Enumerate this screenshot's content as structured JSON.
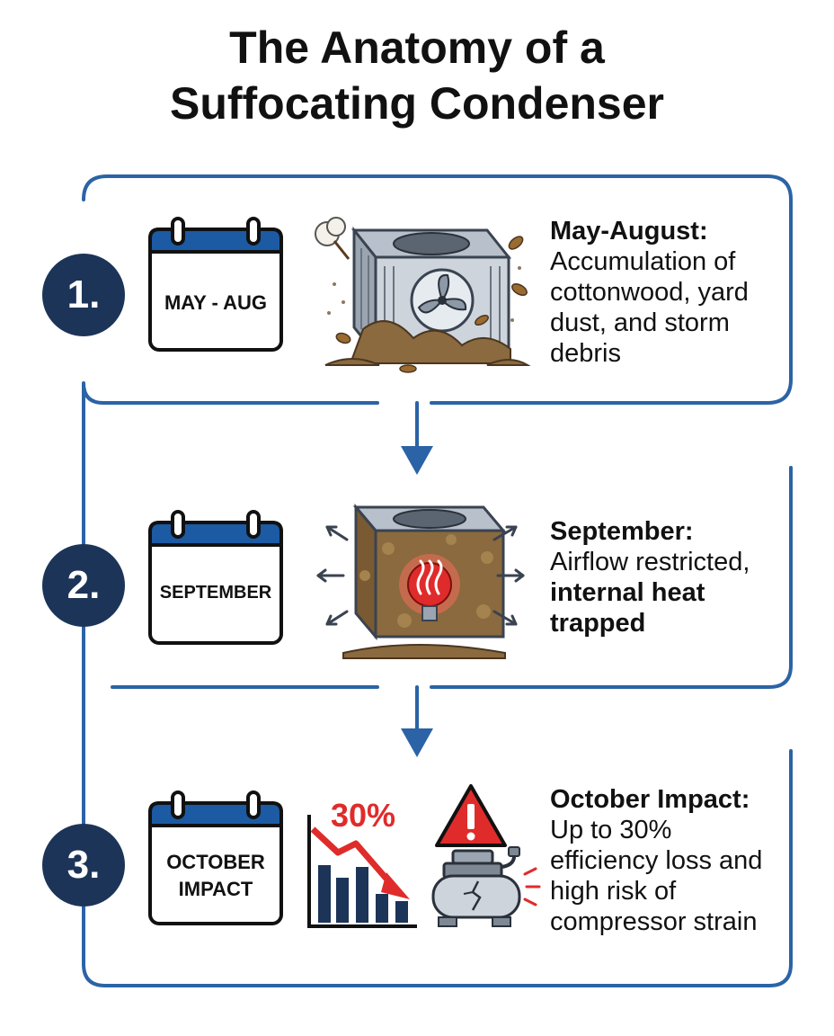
{
  "title": {
    "line1": "The Anatomy of a",
    "line2": "Suffocating Condenser"
  },
  "colors": {
    "navy": "#1c3458",
    "blue": "#2b63a6",
    "red": "#e02b2b",
    "debris": "#8a6a3e"
  },
  "steps": [
    {
      "number": "1.",
      "calendar_label": "MAY - AUG",
      "heading": "May-August:",
      "body": "Accumulation of cottonwood, yard dust, and storm debris",
      "icon": "dirty-condenser-icon"
    },
    {
      "number": "2.",
      "calendar_label": "SEPTEMBER",
      "heading": "September:",
      "body": "Airflow restricted,",
      "body_bold": "internal heat trapped",
      "icon": "trapped-heat-condenser-icon"
    },
    {
      "number": "3.",
      "calendar_label_line1": "OCTOBER",
      "calendar_label_line2": "IMPACT",
      "heading": "October Impact:",
      "body": "Up to 30% efficiency loss and high risk of compressor strain",
      "chart_value": "30%",
      "icon": "efficiency-drop-chart-icon"
    }
  ]
}
